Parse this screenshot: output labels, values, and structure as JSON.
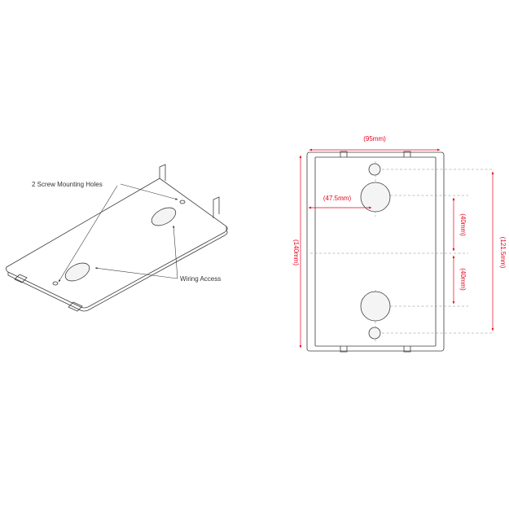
{
  "callouts": {
    "mounting_holes": "2 Screw Mounting Holes",
    "wiring_access": "Wiring Access"
  },
  "dimensions": {
    "width": "(95mm)",
    "height": "(140mm)",
    "hole_offset": "(47.5mm)",
    "upper_spacing": "(40mm)",
    "lower_spacing": "(40mm)",
    "hole_spacing": "(121.5mm)"
  },
  "colors": {
    "dimension": "#e8001c",
    "outline": "#3c3c3c",
    "centerline": "#8a8a8a"
  }
}
